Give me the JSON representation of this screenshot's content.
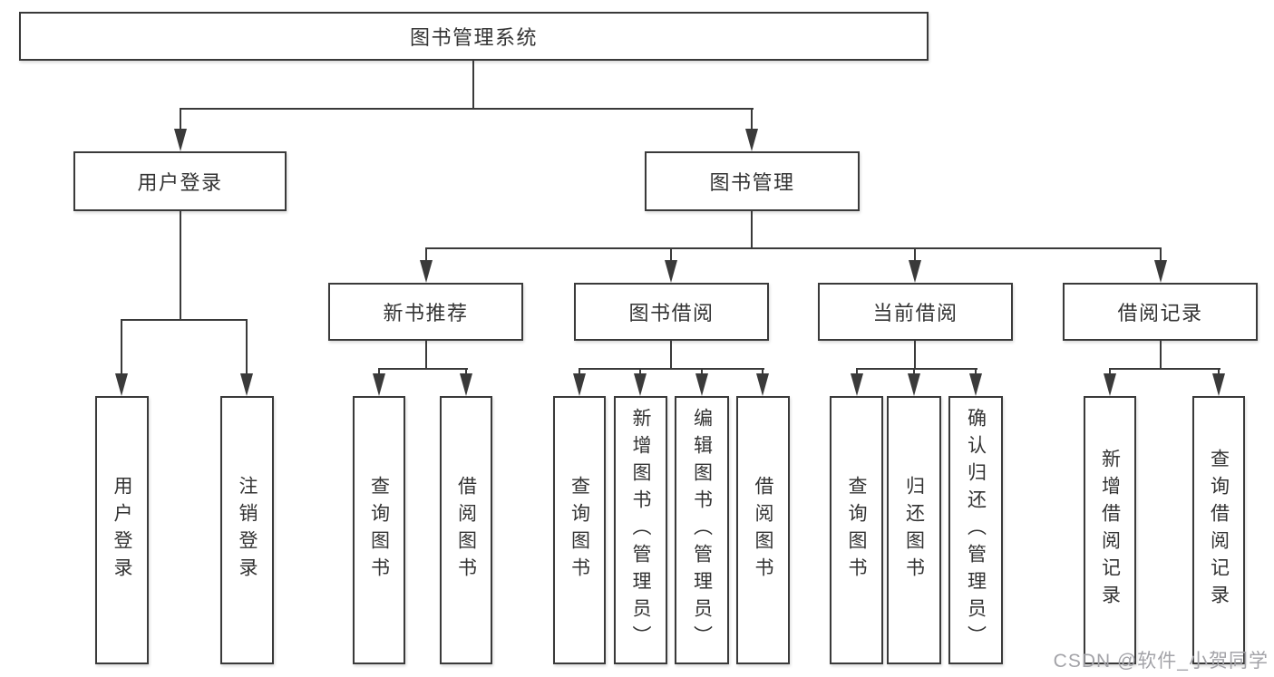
{
  "diagram": {
    "root": "图书管理系统",
    "login": {
      "label": "用户登录",
      "children": [
        {
          "label": "用户登录"
        },
        {
          "label": "注销登录"
        }
      ]
    },
    "manage": {
      "label": "图书管理",
      "groups": [
        {
          "label": "新书推荐",
          "children": [
            {
              "label": "查询图书"
            },
            {
              "label": "借阅图书"
            }
          ]
        },
        {
          "label": "图书借阅",
          "children": [
            {
              "label": "查询图书"
            },
            {
              "label": "新增图书（管理员）"
            },
            {
              "label": "编辑图书（管理员）"
            },
            {
              "label": "借阅图书"
            }
          ]
        },
        {
          "label": "当前借阅",
          "children": [
            {
              "label": "查询图书"
            },
            {
              "label": "归还图书"
            },
            {
              "label": "确认归还（管理员）"
            }
          ]
        },
        {
          "label": "借阅记录",
          "children": [
            {
              "label": "新增借阅记录"
            },
            {
              "label": "查询借阅记录"
            }
          ]
        }
      ]
    },
    "colors": {
      "line": "#3a3a3a",
      "text": "#333333",
      "watermark": "#a3a3a8",
      "background": "#ffffff"
    }
  },
  "watermark": "CSDN @软件_小贺同学"
}
